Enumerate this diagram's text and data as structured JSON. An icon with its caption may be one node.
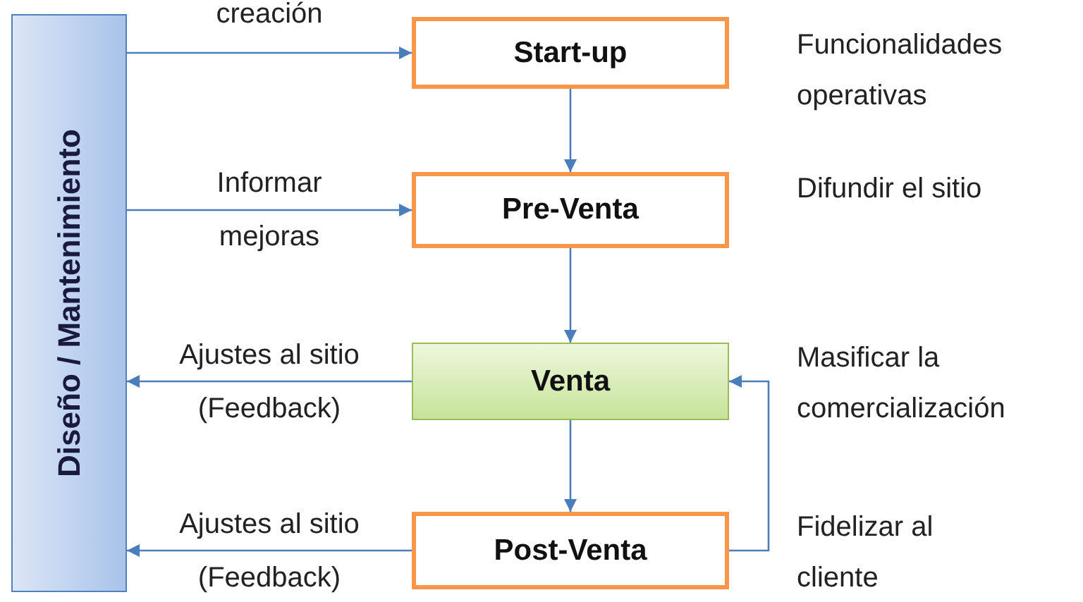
{
  "diagram": {
    "nodes": [
      {
        "text": [
          "Diseño / Mantenimiento"
        ]
      },
      {
        "text": [
          "Start-up"
        ],
        "beside": [
          "Funcionalidades operativas"
        ]
      },
      {
        "text": [
          "Pre-Venta"
        ],
        "beside": [
          "Difundir el sitio"
        ]
      },
      {
        "text": [
          "Venta"
        ],
        "beside": [
          "Masificar la comercialización"
        ]
      },
      {
        "text": [
          "Post-Venta"
        ],
        "beside": [
          "Fidelizar al cliente"
        ]
      }
    ],
    "edges": [
      {
        "from": 0,
        "to": 1,
        "arrow": "to",
        "label": "creación"
      },
      {
        "from": 0,
        "to": 2,
        "arrow": "to",
        "label": "Informar mejoras"
      },
      {
        "from": 3,
        "to": 0,
        "arrow": "to",
        "label": "Ajustes al sitio (Feedback)"
      },
      {
        "from": 4,
        "to": 0,
        "arrow": "to",
        "label": "Ajustes al sitio (Feedback)"
      },
      {
        "from": 1,
        "to": 2,
        "arrow": "to"
      },
      {
        "from": 2,
        "to": 3,
        "arrow": "to"
      },
      {
        "from": 3,
        "to": 4,
        "arrow": "to"
      },
      {
        "from": 4,
        "to": 3,
        "arrow": "to"
      }
    ]
  }
}
